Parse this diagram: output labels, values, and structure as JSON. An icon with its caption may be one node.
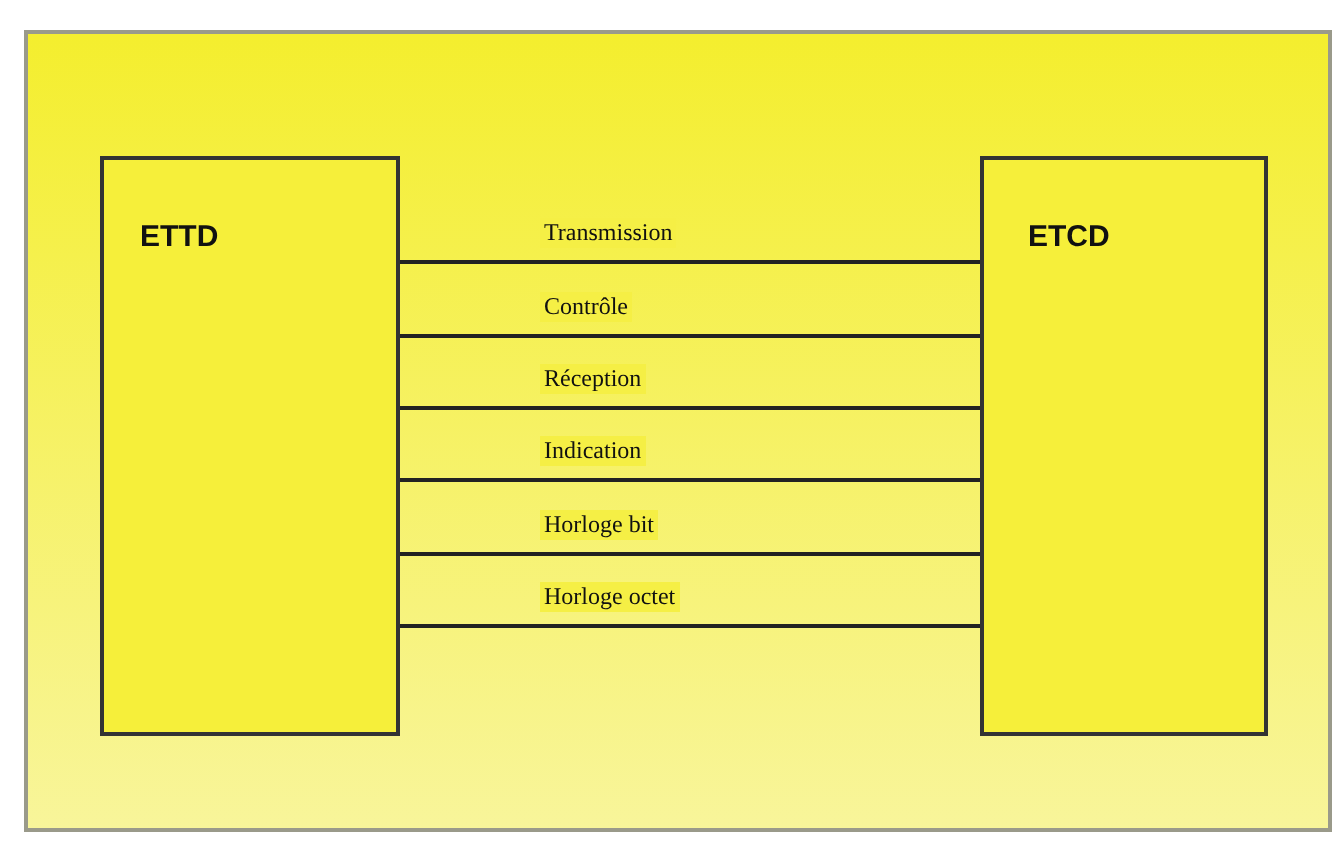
{
  "diagram": {
    "nodes": [
      {
        "text": [
          "ETTD"
        ]
      },
      {
        "text": [
          "ETCD"
        ]
      }
    ],
    "edges": [
      {
        "from": 0,
        "to": 1,
        "arrow": "none",
        "label": "Transmission"
      },
      {
        "from": 0,
        "to": 1,
        "arrow": "none",
        "label": "Contrôle"
      },
      {
        "from": 0,
        "to": 1,
        "arrow": "none",
        "label": "Réception"
      },
      {
        "from": 0,
        "to": 1,
        "arrow": "none",
        "label": "Indication"
      },
      {
        "from": 0,
        "to": 1,
        "arrow": "none",
        "label": "Horloge bit"
      },
      {
        "from": 0,
        "to": 1,
        "arrow": "none",
        "label": "Horloge octet"
      }
    ]
  }
}
